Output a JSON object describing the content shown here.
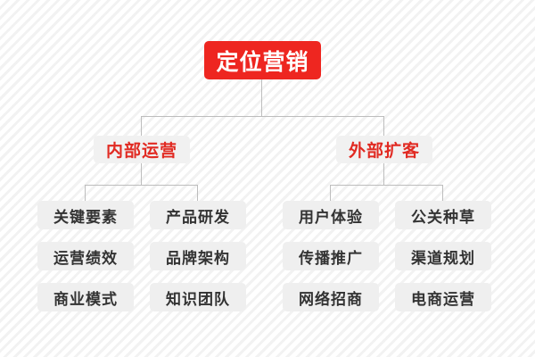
{
  "diagram": {
    "type": "organizational-tree",
    "title": "定位营销",
    "colors": {
      "root_fill": "#ee2620",
      "root_text": "#ffffff",
      "branch_fill": "#f1f1f1",
      "branch_text": "#e12a22",
      "leaf_fill": "#efefef",
      "leaf_text": "#333333",
      "connector": "#bdbdbd",
      "background": "#ffffff",
      "background_stripe": "#f2f2f2"
    },
    "root": {
      "label": "定位营销"
    },
    "branches": [
      {
        "label": "内部运营",
        "children": [
          {
            "label": "关键要素"
          },
          {
            "label": "产品研发"
          },
          {
            "label": "运营绩效"
          },
          {
            "label": "品牌架构"
          },
          {
            "label": "商业模式"
          },
          {
            "label": "知识团队"
          }
        ]
      },
      {
        "label": "外部扩客",
        "children": [
          {
            "label": "用户体验"
          },
          {
            "label": "公关种草"
          },
          {
            "label": "传播推广"
          },
          {
            "label": "渠道规划"
          },
          {
            "label": "网络招商"
          },
          {
            "label": "电商运营"
          }
        ]
      }
    ]
  }
}
